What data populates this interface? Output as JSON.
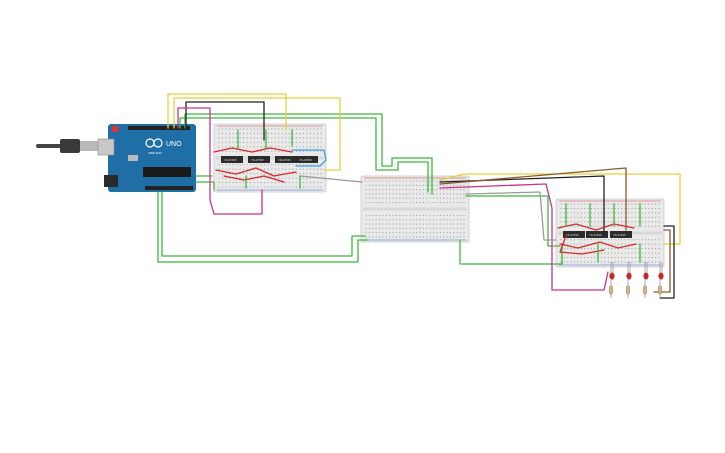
{
  "board": {
    "name": "UNO",
    "brand": "ARDUINO",
    "color": "#1f6fa6"
  },
  "chips": {
    "label": "74HC595"
  },
  "colors": {
    "wire_green": "#3cb83c",
    "wire_yellow": "#e3d23a",
    "wire_black": "#222222",
    "wire_brown": "#8b5a2b",
    "wire_pink": "#c8338c",
    "wire_red": "#d42a2a",
    "wire_blue": "#3aa3d8",
    "wire_gray": "#9a9a9a",
    "led_red": "#c62828",
    "cable": "#555555"
  }
}
